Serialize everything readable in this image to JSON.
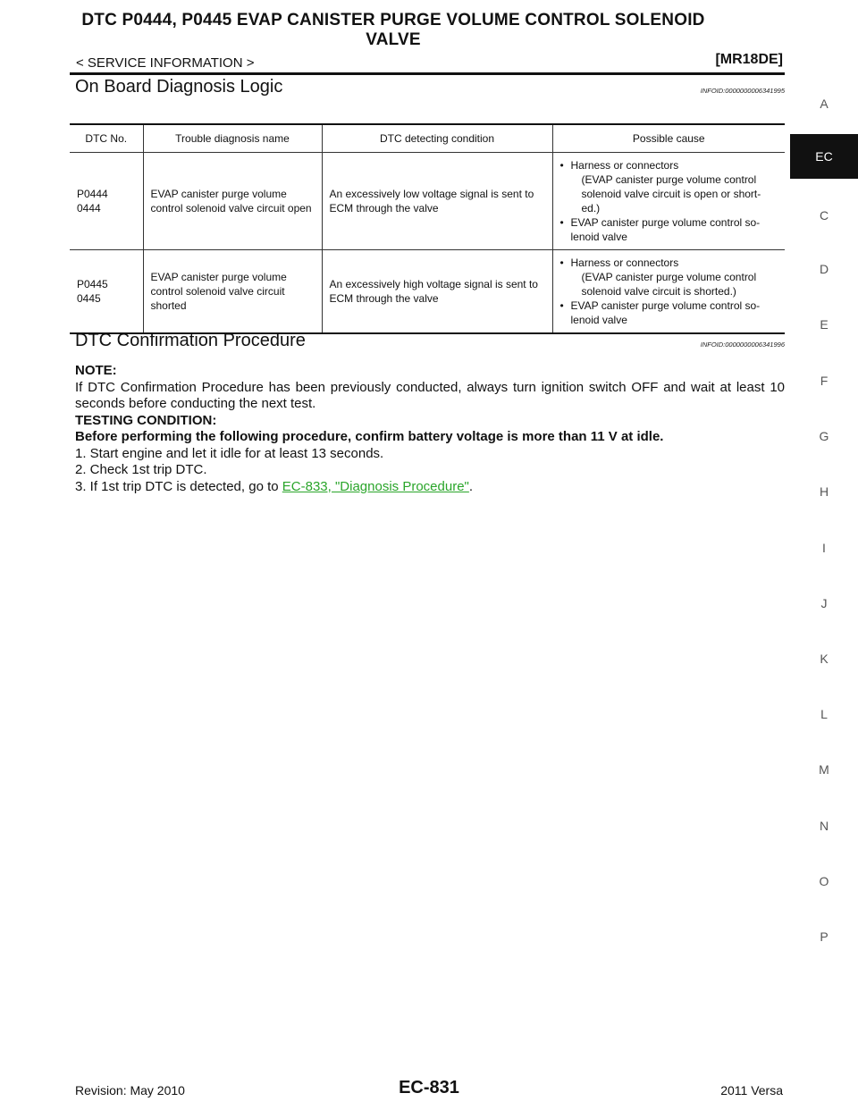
{
  "header": {
    "title_line1": "DTC P0444, P0445 EVAP CANISTER PURGE VOLUME CONTROL SOLENOID",
    "title_line2": "VALVE",
    "section": "< SERVICE INFORMATION >",
    "engine": "[MR18DE]"
  },
  "section1": {
    "title": "On Board Diagnosis Logic",
    "infoid": "INFOID:0000000006341995"
  },
  "table": {
    "headers": [
      "DTC No.",
      "Trouble diagnosis name",
      "DTC detecting condition",
      "Possible cause"
    ],
    "rows": [
      {
        "dtc1": "P0444",
        "dtc2": "0444",
        "name": "EVAP canister purge volume control solenoid valve circuit open",
        "condition": "An excessively low voltage signal is sent to ECM through the valve",
        "cause1": "Harness or connectors",
        "cause1_detail": "(EVAP canister purge volume control solenoid valve circuit is open or short-ed.)",
        "cause2": "EVAP canister purge volume control so-lenoid valve"
      },
      {
        "dtc1": "P0445",
        "dtc2": "0445",
        "name": "EVAP canister purge volume control solenoid valve circuit shorted",
        "condition": "An excessively high voltage signal is sent to ECM through the valve",
        "cause1": "Harness or connectors",
        "cause1_detail": "(EVAP canister purge volume control solenoid valve circuit is shorted.)",
        "cause2": "EVAP canister purge volume control so-lenoid valve"
      }
    ]
  },
  "section2": {
    "title": "DTC Confirmation Procedure",
    "infoid": "INFOID:0000000006341996"
  },
  "procedure": {
    "note_label": "NOTE:",
    "note_text": "If DTC Confirmation Procedure has been previously conducted, always turn ignition switch OFF and wait at least 10 seconds before conducting the next test.",
    "testing_label": "TESTING CONDITION:",
    "testing_text": "Before performing the following procedure, confirm battery voltage is more than 11 V at idle.",
    "step1": "1.  Start engine and let it idle for at least 13 seconds.",
    "step2": "2.  Check 1st trip DTC.",
    "step3_prefix": "3.  If 1st trip DTC is detected, go to ",
    "step3_link": "EC-833, \"Diagnosis Procedure\"",
    "step3_suffix": "."
  },
  "side_tabs": [
    "A",
    "EC",
    "C",
    "D",
    "E",
    "F",
    "G",
    "H",
    "I",
    "J",
    "K",
    "L",
    "M",
    "N",
    "O",
    "P"
  ],
  "footer": {
    "revision": "Revision: May 2010",
    "page": "EC-831",
    "model": "2011 Versa"
  },
  "colors": {
    "link": "#2aa52a",
    "active_tab": "#111111"
  }
}
